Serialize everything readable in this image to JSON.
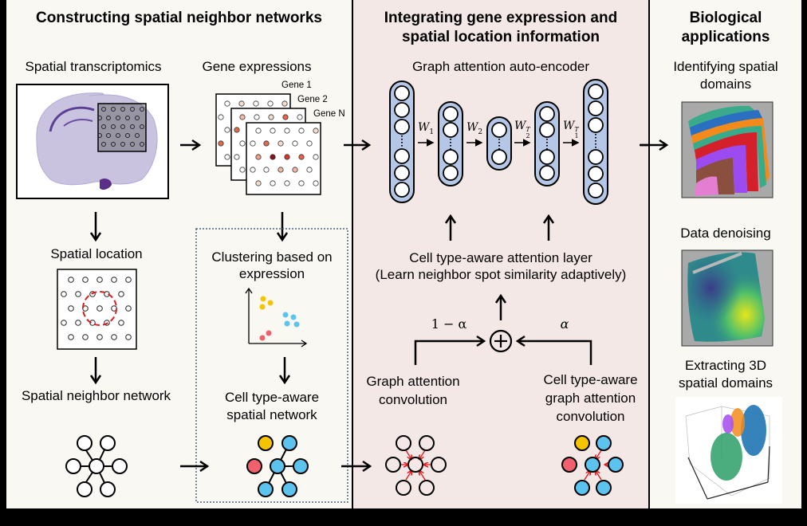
{
  "sections": {
    "constructing": {
      "title": "Constructing spatial neighbor networks",
      "spatial_transcriptomics": "Spatial transcriptomics",
      "gene_expressions": "Gene expressions",
      "gene_labels": [
        "Gene 1",
        "Gene 2",
        "Gene N"
      ],
      "spatial_location": "Spatial location",
      "clustering_line1": "Clustering based on",
      "clustering_line2": "expression",
      "spatial_neighbor_network": "Spatial neighbor network",
      "cell_type_network_line1": "Cell type-aware",
      "cell_type_network_line2": "spatial network"
    },
    "integrating": {
      "title_line1": "Integrating gene expression and",
      "title_line2": "spatial location information",
      "autoencoder": "Graph attention auto-encoder",
      "weights": [
        "W1",
        "W2",
        "W2T",
        "W1T"
      ],
      "attention_layer_line1": "Cell type-aware attention layer",
      "attention_layer_line2": "(Learn neighbor spot similarity adaptively)",
      "one_minus_alpha": "1 − α",
      "alpha": "α",
      "plus": "+",
      "gat_line1": "Graph attention",
      "gat_line2": "convolution",
      "ctgat_line1": "Cell type-aware",
      "ctgat_line2": "graph attention",
      "ctgat_line3": "convolution"
    },
    "applications": {
      "title_line1": "Biological",
      "title_line2": "applications",
      "domains_line1": "Identifying spatial",
      "domains_line2": "domains",
      "denoising": "Data denoising",
      "extract3d_line1": "Extracting 3D",
      "extract3d_line2": "spatial domains"
    }
  },
  "colors": {
    "node_blue": "#5bc3ee",
    "node_yellow": "#f5c400",
    "node_red": "#f0616d",
    "layer_fill": "#b4c7e7",
    "attention_arrow": "#e8161b",
    "panel_pink": "#f4e8e6",
    "panel_cream": "#f9f8f3",
    "dotted_box": "#4a6484"
  }
}
